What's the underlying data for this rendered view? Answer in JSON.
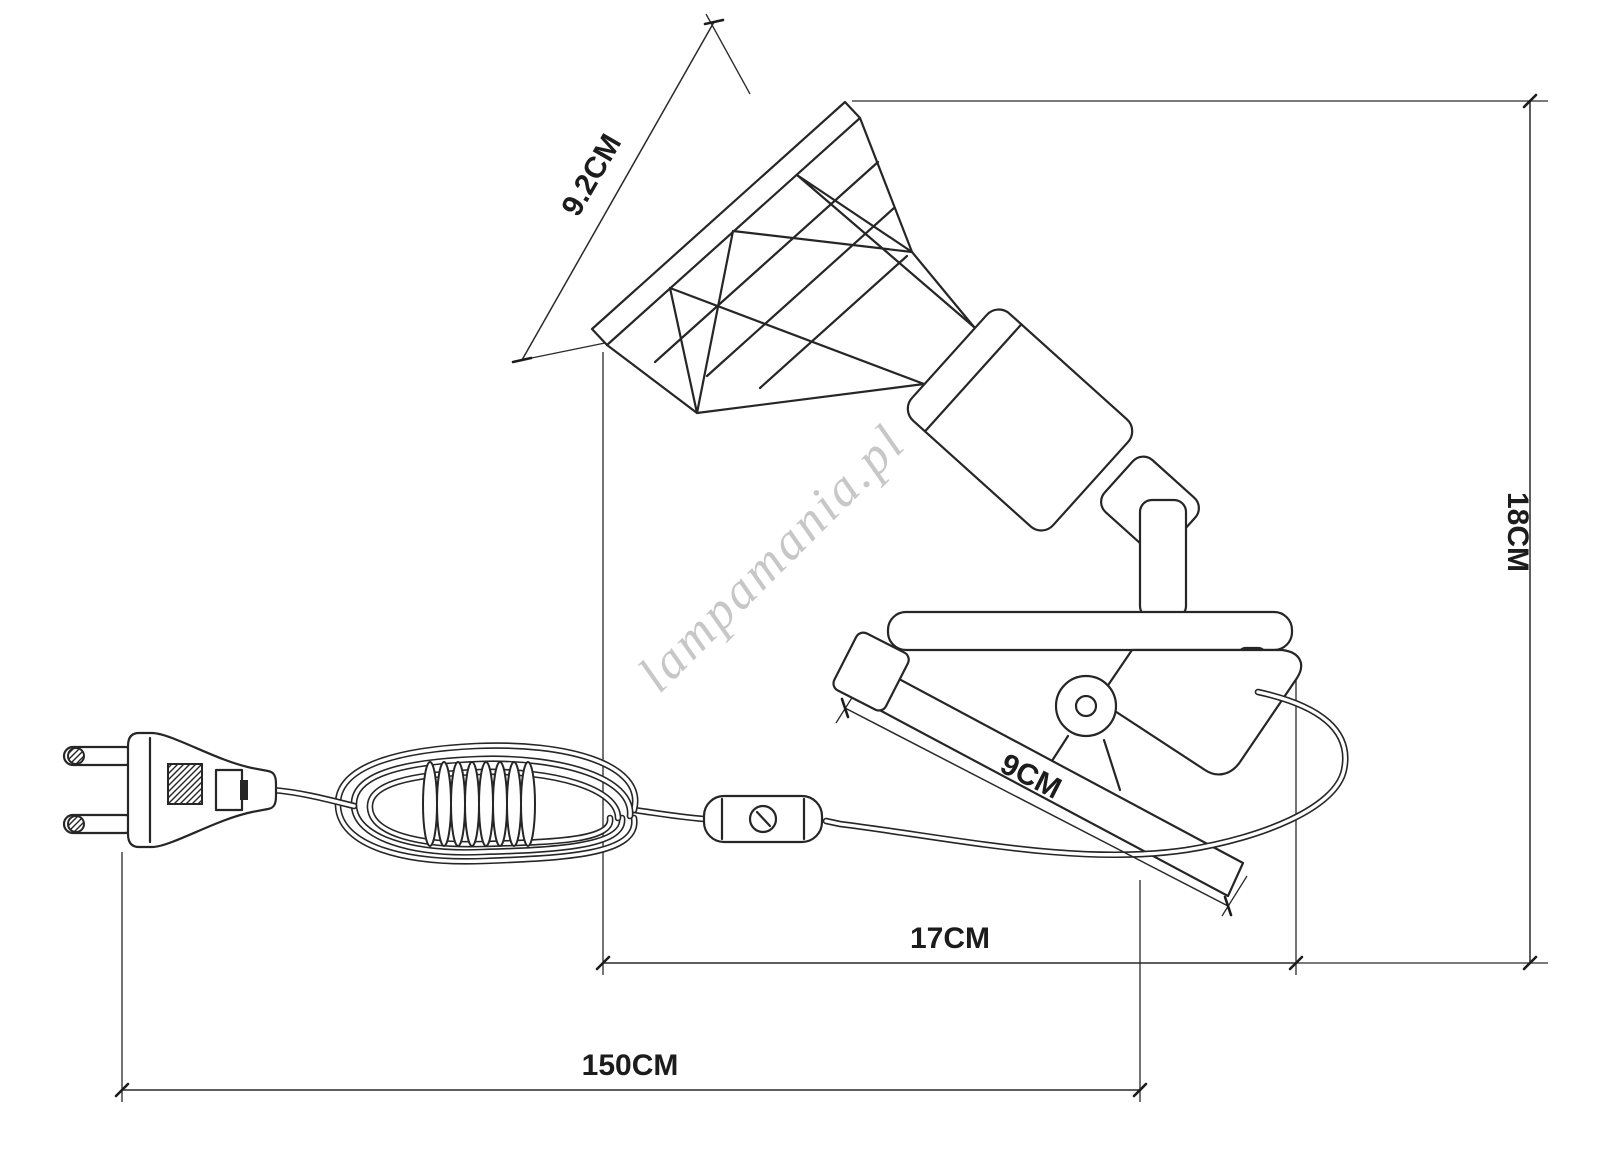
{
  "drawing": {
    "watermark": "lampamania.pl",
    "colors": {
      "line": "#262626",
      "dimension_text": "#1c1c1c",
      "watermark": "#c7c7c7",
      "background": "#ffffff"
    },
    "dimensions": {
      "shade_width": {
        "label": "9.2CM"
      },
      "total_height": {
        "label": "18CM"
      },
      "clamp_length": {
        "label": "9CM"
      },
      "fixture_width": {
        "label": "17CM"
      },
      "cable_length": {
        "label": "150CM"
      }
    }
  }
}
